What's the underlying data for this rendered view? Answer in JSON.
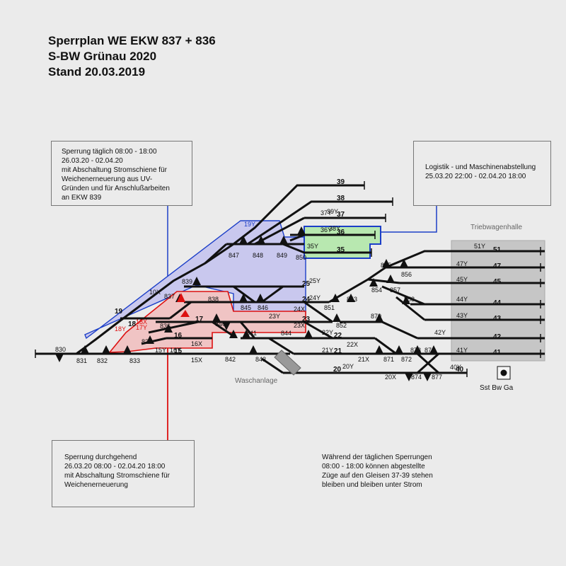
{
  "title": {
    "line1": "Sperrplan WE EKW 837 + 836",
    "line2": "S-BW Grünau 2020",
    "line3": "Stand 20.03.2019"
  },
  "notes": {
    "blue_box": [
      "Sperrung täglich 08:00 - 18:00",
      "26.03.20 - 02.04.20",
      "mit Abschaltung Stromschiene für",
      "Weichenerneuerung aus UV-",
      "Gründen und für Anschlußarbeiten",
      "an EKW 839"
    ],
    "logistics_box": [
      "Logistik - und Maschinenabstellung",
      "25.03.20 22:00 - 02.04.20 18:00"
    ],
    "red_box": [
      "Sperrung durchgehend",
      "26.03.20 08:00 - 02.04.20 18:00",
      "mit Abschaltung Stromschiene für",
      "Weichenerneuerung"
    ],
    "free_text": [
      "Während der täglichen Sperrungen",
      "08:00 - 18:00 können abgestellte",
      "Züge auf den Gleisen 37-39 stehen",
      "bleiben und bleiben unter Strom"
    ]
  },
  "area_labels": {
    "hall": "Triebwagenhalle",
    "wash": "Waschanlage",
    "sst": "Sst Bw Ga"
  },
  "colors": {
    "blue_zone": "#c9c8ee",
    "blue_border": "#1c3fc8",
    "red_zone": "#f0c4c4",
    "red_border": "#dd1111",
    "green_zone": "#b8e8b0",
    "hall": "#c6c6c6"
  },
  "tracks": [
    "39",
    "38",
    "37",
    "36",
    "35",
    "51",
    "47",
    "45",
    "44",
    "43",
    "42",
    "41",
    "25",
    "24",
    "23",
    "22",
    "21",
    "20",
    "40",
    "19",
    "18",
    "17",
    "16",
    "15"
  ],
  "switches": [
    "830",
    "831",
    "832",
    "833",
    "834",
    "836",
    "837",
    "838",
    "839",
    "840",
    "841",
    "842",
    "843",
    "844",
    "845",
    "846",
    "847",
    "848",
    "849",
    "850",
    "851",
    "852",
    "853",
    "854",
    "855",
    "856",
    "857",
    "858",
    "870",
    "871",
    "872",
    "873",
    "874",
    "876",
    "877"
  ],
  "signals": [
    "39Y",
    "38Y",
    "37Y",
    "36Y",
    "35Y",
    "51Y",
    "47Y",
    "45Y",
    "44Y",
    "43Y",
    "42Y",
    "41Y",
    "40Y",
    "25Y",
    "24Y",
    "24X",
    "23Y",
    "23X",
    "22Y",
    "22X",
    "21Y",
    "21X",
    "20Y",
    "20X",
    "19Y",
    "18Y",
    "18X",
    "17Y",
    "16Y",
    "16X",
    "15Y",
    "15X",
    "10X"
  ]
}
